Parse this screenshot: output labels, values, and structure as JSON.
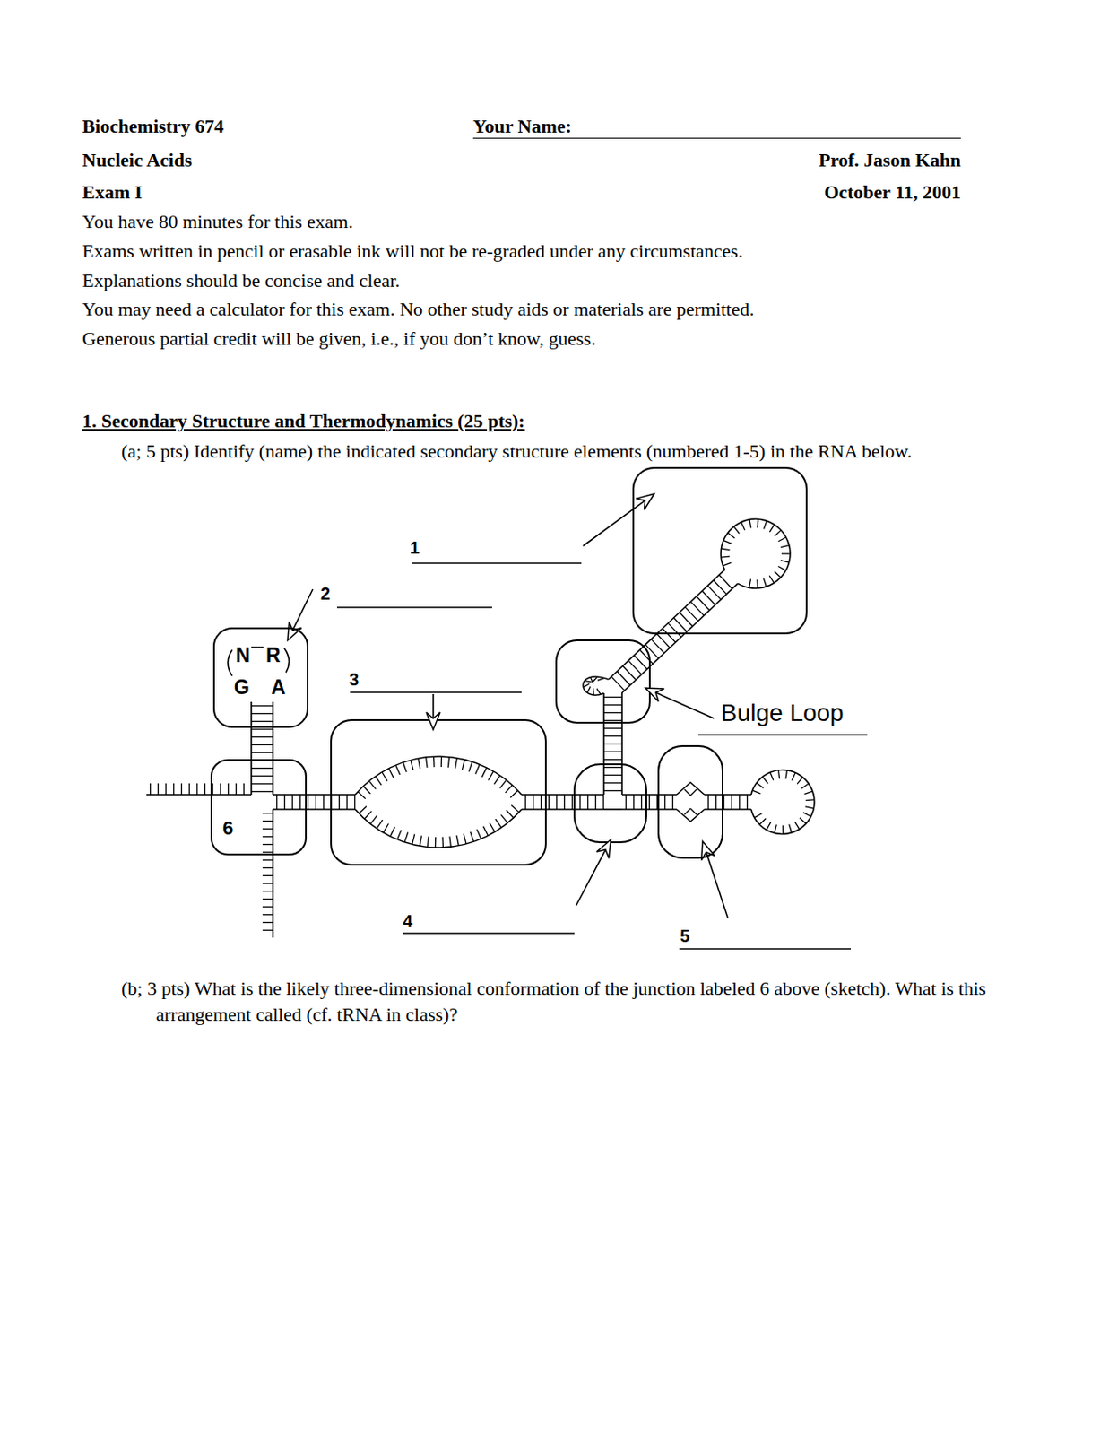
{
  "diagram": {
    "nodes": [
      {
        "text": [
          "N",
          "R",
          "G",
          "A"
        ]
      },
      {
        "text": [
          "6"
        ]
      }
    ],
    "labels": [
      "Biochemistry 674",
      "Your Name:",
      "Nucleic Acids",
      "Prof. Jason Kahn",
      "Exam I",
      "October 11, 2001",
      "You have 80 minutes for this exam.",
      "Exams written in pencil or erasable ink will not be re-graded under any circumstances.",
      "Explanations should be concise and clear.",
      "You may need a calculator for this exam. No other study aids or materials are permitted.",
      "Generous partial credit will be given, i.e., if you don’t know, guess.",
      "1. Secondary Structure and Thermodynamics (25 pts):",
      "(a; 5 pts) Identify (name) the indicated secondary structure elements (numbered 1-5) in the RNA below.",
      "1",
      "2",
      "3",
      "Bulge Loop",
      "4",
      "5",
      "(b; 3 pts) What is the likely three-dimensional conformation of the junction labeled 6 above (sketch). What is this arrangement called (cf. tRNA in class)?"
    ]
  }
}
